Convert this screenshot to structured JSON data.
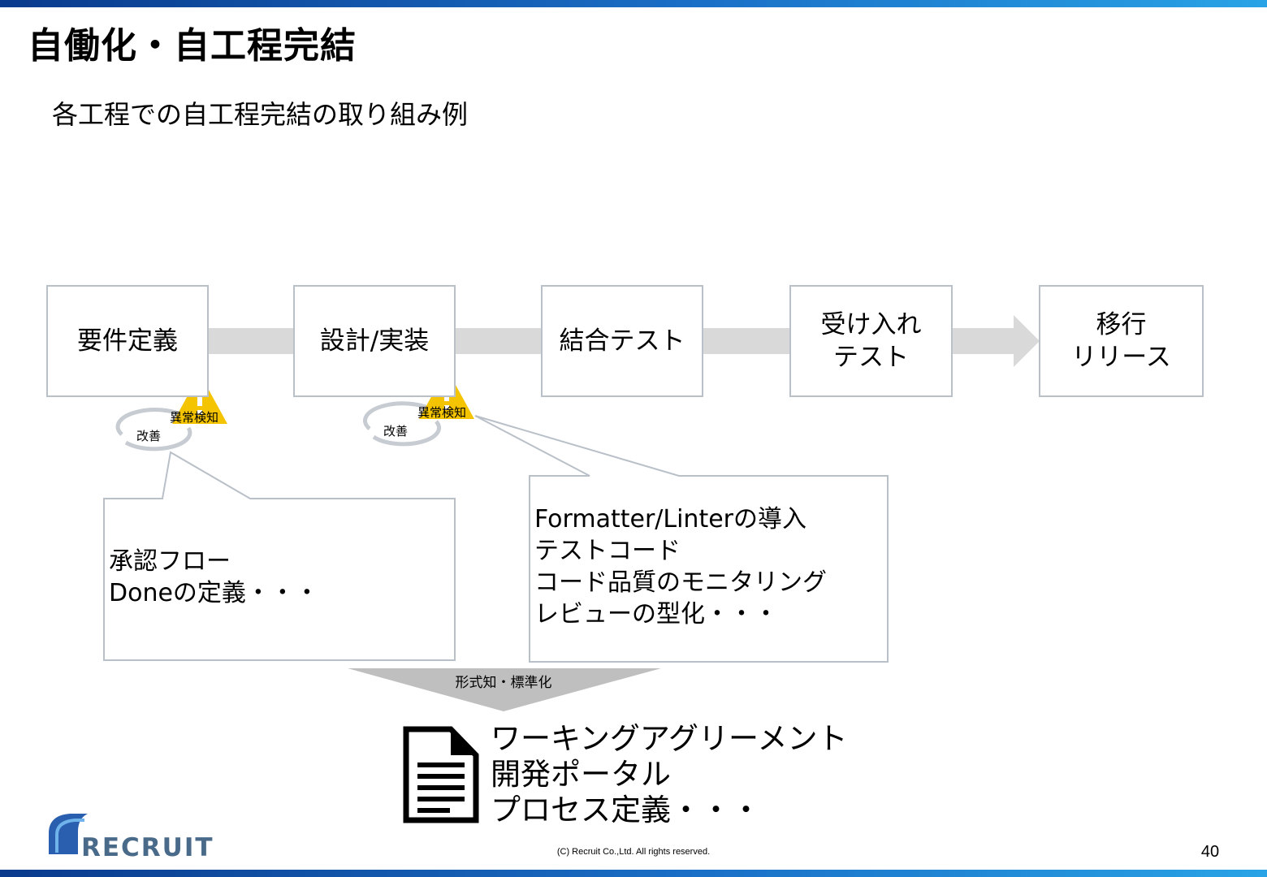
{
  "slide": {
    "title": "自働化・自工程完結",
    "subtitle": "各工程での自工程完結の取り組み例"
  },
  "process": {
    "stages": [
      {
        "label": "要件定義"
      },
      {
        "label": "設計/実装"
      },
      {
        "label": "結合テスト"
      },
      {
        "label": "受け入れ\nテスト"
      },
      {
        "label": "移行\nリリース"
      }
    ]
  },
  "cycles": [
    {
      "warning_label": "異常検知",
      "improve_label": "改善"
    },
    {
      "warning_label": "異常検知",
      "improve_label": "改善"
    }
  ],
  "callouts": [
    {
      "text": "承認フロー\nDoneの定義・・・"
    },
    {
      "text": "Formatter/Linterの導入\nテストコード\nコード品質のモニタリング\nレビューの型化・・・"
    }
  ],
  "standardization": {
    "label": "形式知・標準化",
    "documents": "ワーキングアグリーメント\n開発ポータル\nプロセス定義・・・"
  },
  "footer": {
    "brand": "RECRUIT",
    "copyright": "(C) Recruit Co.,Ltd. All rights reserved.",
    "page_number": "40"
  },
  "colors": {
    "accent_blue": "#1a6fc6",
    "warning_yellow": "#f5c400",
    "box_border": "#b9c0c8",
    "arrow_gray": "#d9d9d9"
  }
}
